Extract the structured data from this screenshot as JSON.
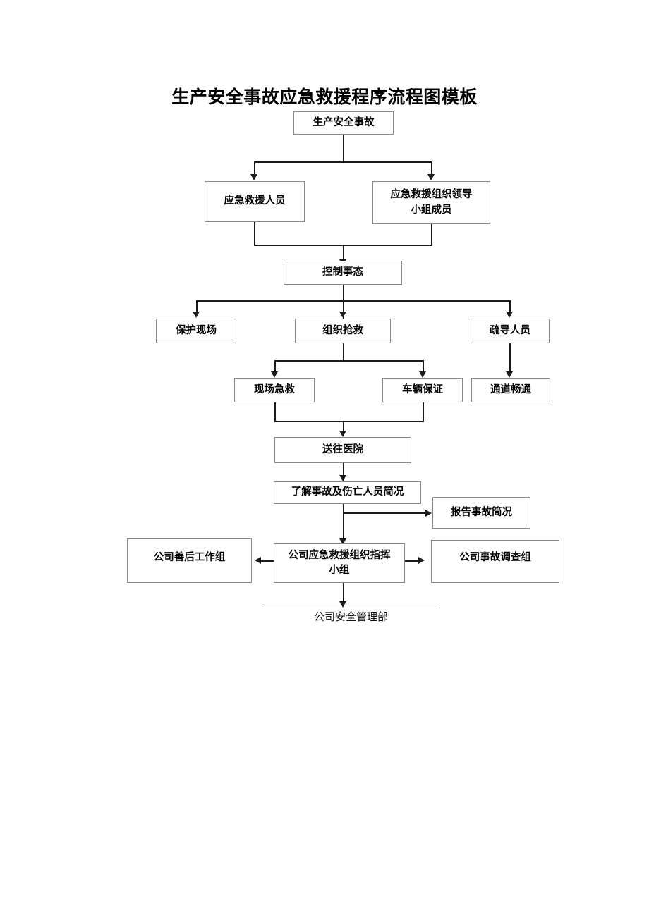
{
  "document": {
    "title": "生产安全事故应急救援程序流程图模板",
    "page_background": "#ffffff",
    "line_color": "#1a1a1a",
    "box_border_color": "#8a8a8a"
  },
  "flowchart": {
    "type": "flowchart",
    "orientation": "top-down",
    "nodes": [
      {
        "id": "n1",
        "label": "生产安全事故"
      },
      {
        "id": "n2",
        "label": "应急救援人员"
      },
      {
        "id": "n3",
        "label": "应急救援组织领导小组成员"
      },
      {
        "id": "n4",
        "label": "控制事态"
      },
      {
        "id": "n5",
        "label": "保护现场"
      },
      {
        "id": "n6",
        "label": "组织抢救"
      },
      {
        "id": "n7",
        "label": "疏导人员"
      },
      {
        "id": "n8",
        "label": "现场急救"
      },
      {
        "id": "n9",
        "label": "车辆保证"
      },
      {
        "id": "n10",
        "label": "通道畅通"
      },
      {
        "id": "n11",
        "label": "送往医院"
      },
      {
        "id": "n12",
        "label": "了解事故及伤亡人员简况"
      },
      {
        "id": "n13",
        "label": "报告事故简况"
      },
      {
        "id": "n14",
        "label": "公司善后工作组"
      },
      {
        "id": "n15",
        "label": "公司应急救援组织指挥小组"
      },
      {
        "id": "n16",
        "label": "公司事故调查组"
      },
      {
        "id": "n17",
        "label": "公司安全管理部"
      }
    ],
    "edges": [
      {
        "from": "n1",
        "to": "n2",
        "style": "elbow"
      },
      {
        "from": "n1",
        "to": "n3",
        "style": "elbow"
      },
      {
        "from": "n2",
        "to": "n4",
        "style": "elbow"
      },
      {
        "from": "n3",
        "to": "n4",
        "style": "elbow"
      },
      {
        "from": "n4",
        "to": "n5",
        "style": "elbow"
      },
      {
        "from": "n4",
        "to": "n6",
        "style": "straight"
      },
      {
        "from": "n4",
        "to": "n7",
        "style": "elbow"
      },
      {
        "from": "n6",
        "to": "n8",
        "style": "elbow"
      },
      {
        "from": "n6",
        "to": "n9",
        "style": "elbow"
      },
      {
        "from": "n7",
        "to": "n10",
        "style": "straight"
      },
      {
        "from": "n8",
        "to": "n11",
        "style": "elbow"
      },
      {
        "from": "n9",
        "to": "n11",
        "style": "elbow"
      },
      {
        "from": "n11",
        "to": "n12",
        "style": "straight"
      },
      {
        "from": "n12",
        "to": "n13",
        "style": "elbow"
      },
      {
        "from": "n12",
        "to": "n15",
        "style": "straight"
      },
      {
        "from": "n15",
        "to": "n14",
        "style": "straight"
      },
      {
        "from": "n15",
        "to": "n16",
        "style": "straight"
      },
      {
        "from": "n15",
        "to": "n17",
        "style": "straight"
      }
    ]
  }
}
